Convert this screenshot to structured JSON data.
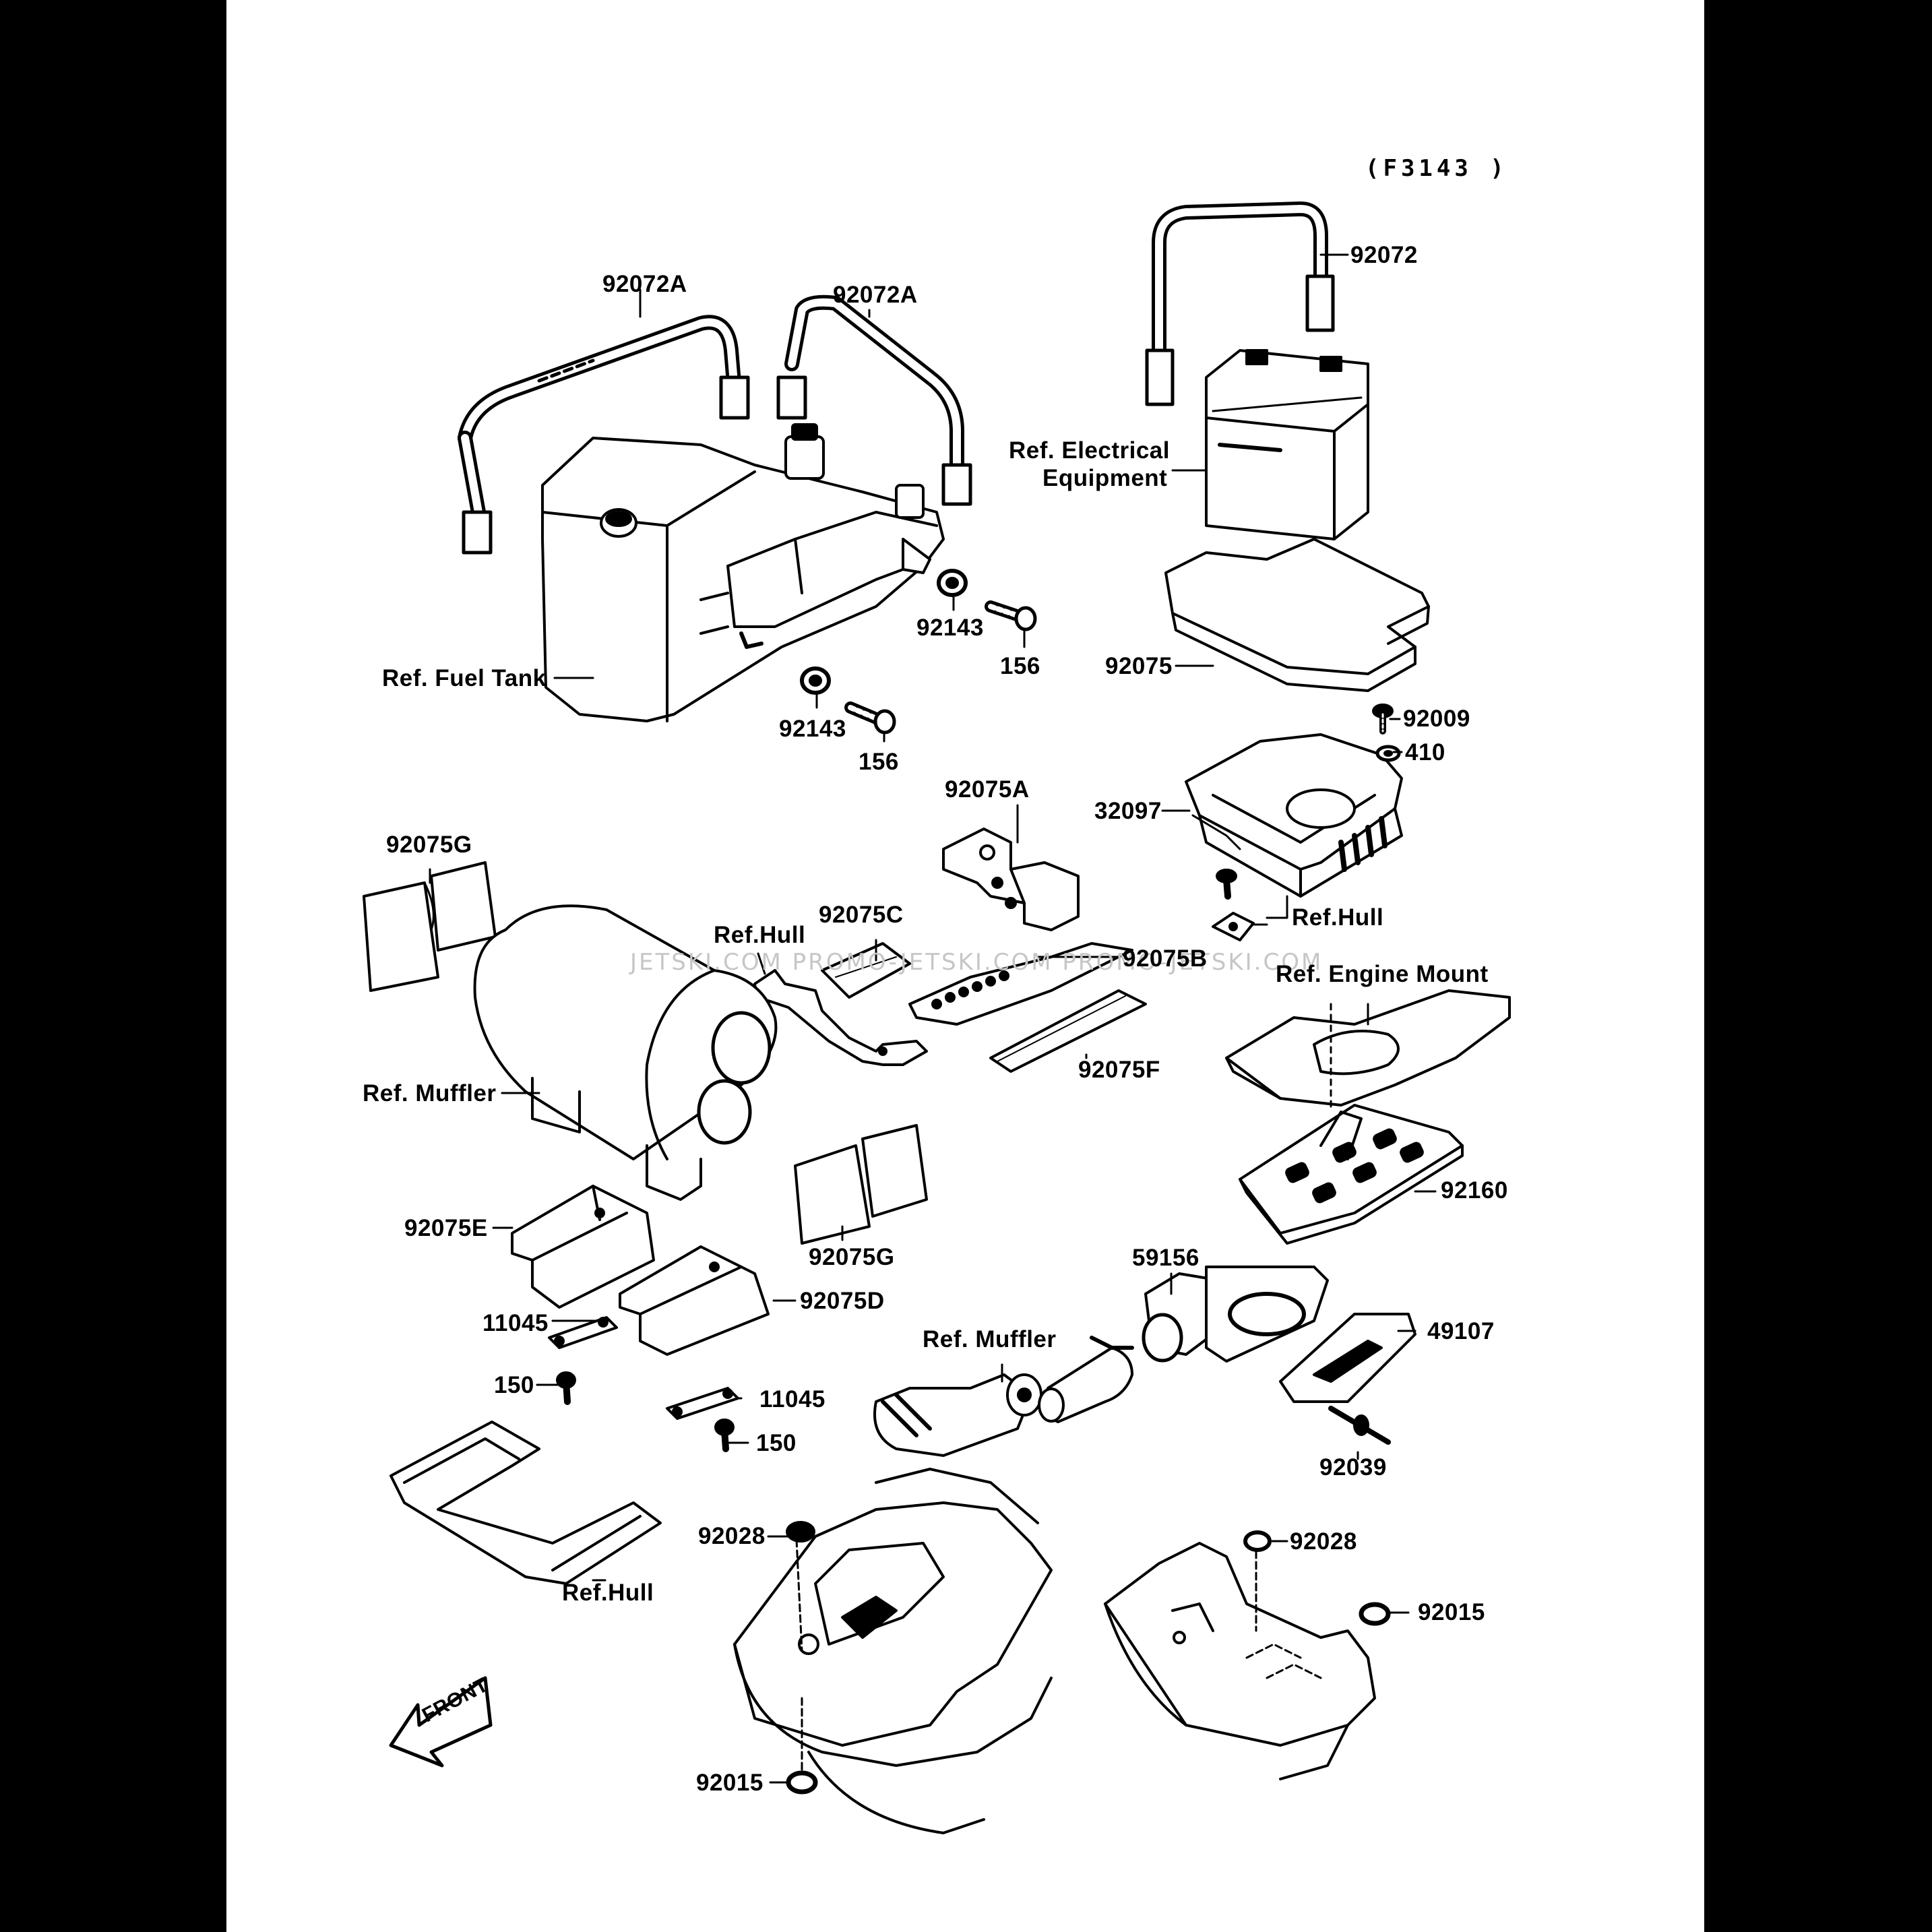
{
  "diagram_code": "(F3143 )",
  "watermark": "JETSKI.COM PROMO-JETSKI.COM PROMO-JETSKI.COM",
  "front_arrow": "FRONT",
  "labels": {
    "l92072A_left": "92072A",
    "l92072A_right": "92072A",
    "l92072": "92072",
    "ref_electrical_1": "Ref. Electrical",
    "ref_electrical_2": "Equipment",
    "l92143_upper": "92143",
    "l156_upper": "156",
    "ref_fuel_tank": "Ref. Fuel Tank",
    "l92075": "92075",
    "l92143_lower": "92143",
    "l156_lower": "156",
    "l92009": "92009",
    "l410": "410",
    "l92075A": "92075A",
    "l32097": "32097",
    "l92075G_top": "92075G",
    "ref_hull_battery": "Ref.Hull",
    "l92075C": "92075C",
    "ref_hull_bracket": "Ref.Hull",
    "l92075B": "92075B",
    "ref_engine_mount": "Ref. Engine Mount",
    "l92075F": "92075F",
    "ref_muffler_left": "Ref. Muffler",
    "l92160": "92160",
    "l92075E": "92075E",
    "l92075G_bottom": "92075G",
    "l59156": "59156",
    "l92075D": "92075D",
    "l11045_left": "11045",
    "ref_muffler_pipe": "Ref. Muffler",
    "l49107": "49107",
    "l150_left": "150",
    "l11045_right": "11045",
    "l150_right": "150",
    "l92039": "92039",
    "l92028_left": "92028",
    "l92028_right": "92028",
    "l92015_right": "92015",
    "ref_hull_bottom": "Ref.Hull",
    "l92015_bottom": "92015"
  }
}
